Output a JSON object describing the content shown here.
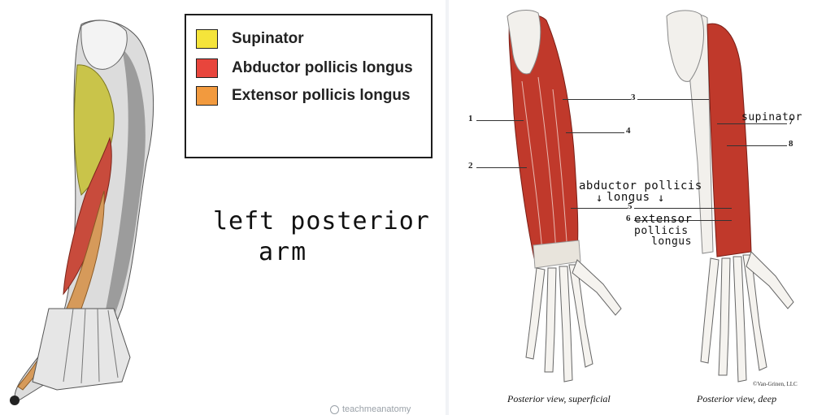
{
  "legend": {
    "items": [
      {
        "label": "Supinator",
        "color": "#f5e43a"
      },
      {
        "label": "Abductor pollicis longus",
        "color": "#e8453c"
      },
      {
        "label": "Extensor pollicis longus",
        "color": "#f29a3e"
      }
    ]
  },
  "notes": {
    "left_line1": "left posterior",
    "left_line2": "arm"
  },
  "watermark": "teachmeanatomy",
  "right_figure": {
    "numbers": [
      "1",
      "2",
      "3",
      "4",
      "5",
      "6",
      "7",
      "8"
    ],
    "handwritten": {
      "supinator": "supinator",
      "apl_line1": "abductor pollicis",
      "apl_line2": "longus",
      "arrow": "↓",
      "epl_line1": "extensor",
      "epl_line2": "pollicis",
      "epl_line3": "longus"
    },
    "caption_superficial": "Posterior view, superficial",
    "caption_deep": "Posterior view, deep",
    "copyright": "©Van-Grinen, LLC"
  },
  "colors": {
    "muscle_red": "#c0392b",
    "muscle_dark": "#8e2b22",
    "bone": "#f2f0ec",
    "tendon": "#e8e4dc"
  }
}
